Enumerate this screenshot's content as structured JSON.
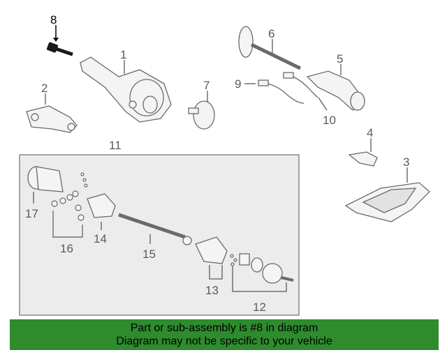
{
  "diagram": {
    "highlighted_part": "8",
    "callouts": [
      "1",
      "2",
      "3",
      "4",
      "5",
      "6",
      "7",
      "8",
      "9",
      "10",
      "11",
      "12",
      "13",
      "14",
      "15",
      "16",
      "17"
    ]
  },
  "banner": {
    "line1": "Part or sub-assembly is #8 in diagram",
    "line2": "Diagram may not be specific to your vehicle",
    "color": "#2e8b2e"
  }
}
